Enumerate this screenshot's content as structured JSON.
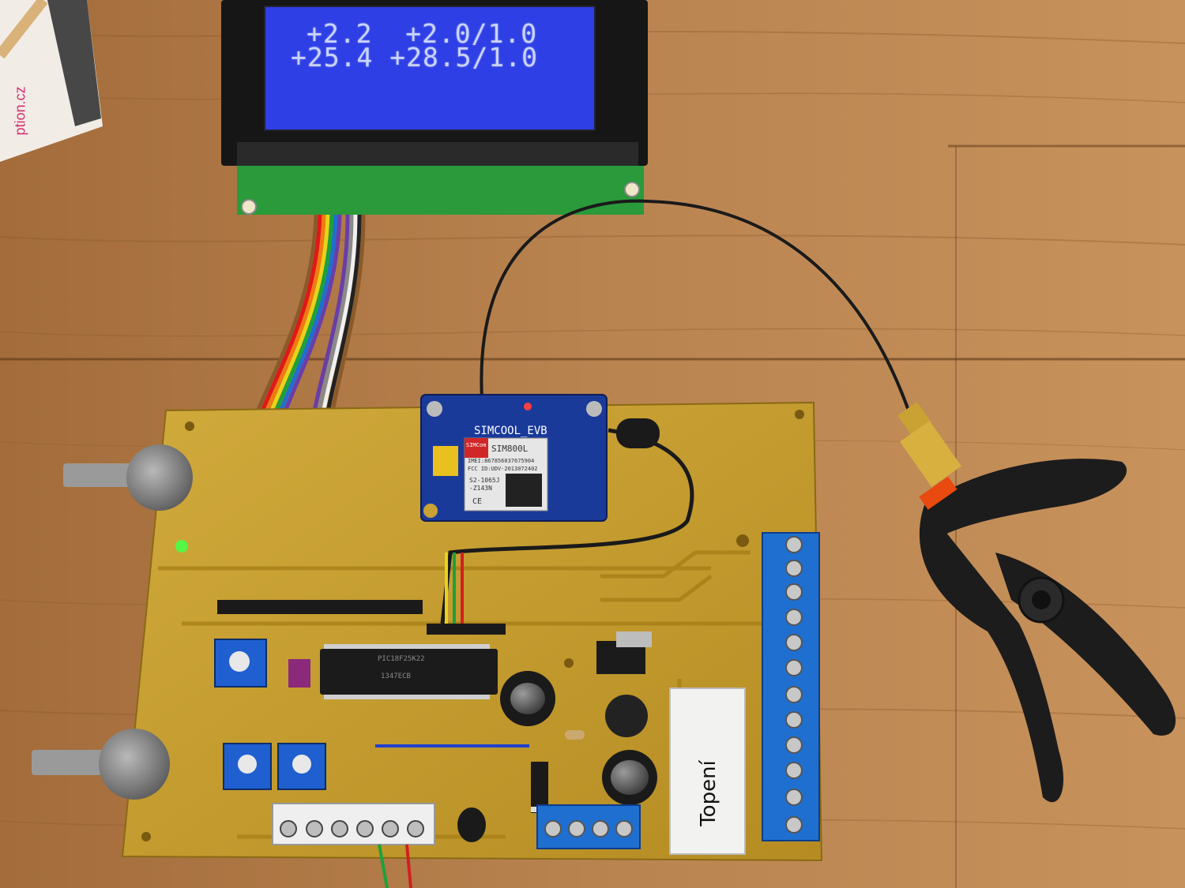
{
  "lcd": {
    "line1": "+2.2  +2.0/1.0",
    "line2": "+25.4 +28.5/1.0"
  },
  "module": {
    "board_name": "SIMCOOL_EVB",
    "chip_brand": "SIMCom",
    "chip_model": "SIM800L",
    "imei": "IMEI:867856037675904",
    "fcc": "FCC ID:UDV-2013072402",
    "code1": "S2-1065J",
    "code2": "-Z143N",
    "ce": "CE"
  },
  "mcu": {
    "marking1": "PIC18F25K22",
    "marking2": "1347ECB"
  },
  "relay": {
    "label": "Topení"
  },
  "card": {
    "text": "ption.cz"
  },
  "colors": {
    "wood": "#b07a45",
    "pcb": "#c9a233",
    "lcd_blue": "#2f3fe6",
    "terminal_blue": "#1f6fd0",
    "clamp": "#1c1c1c"
  }
}
